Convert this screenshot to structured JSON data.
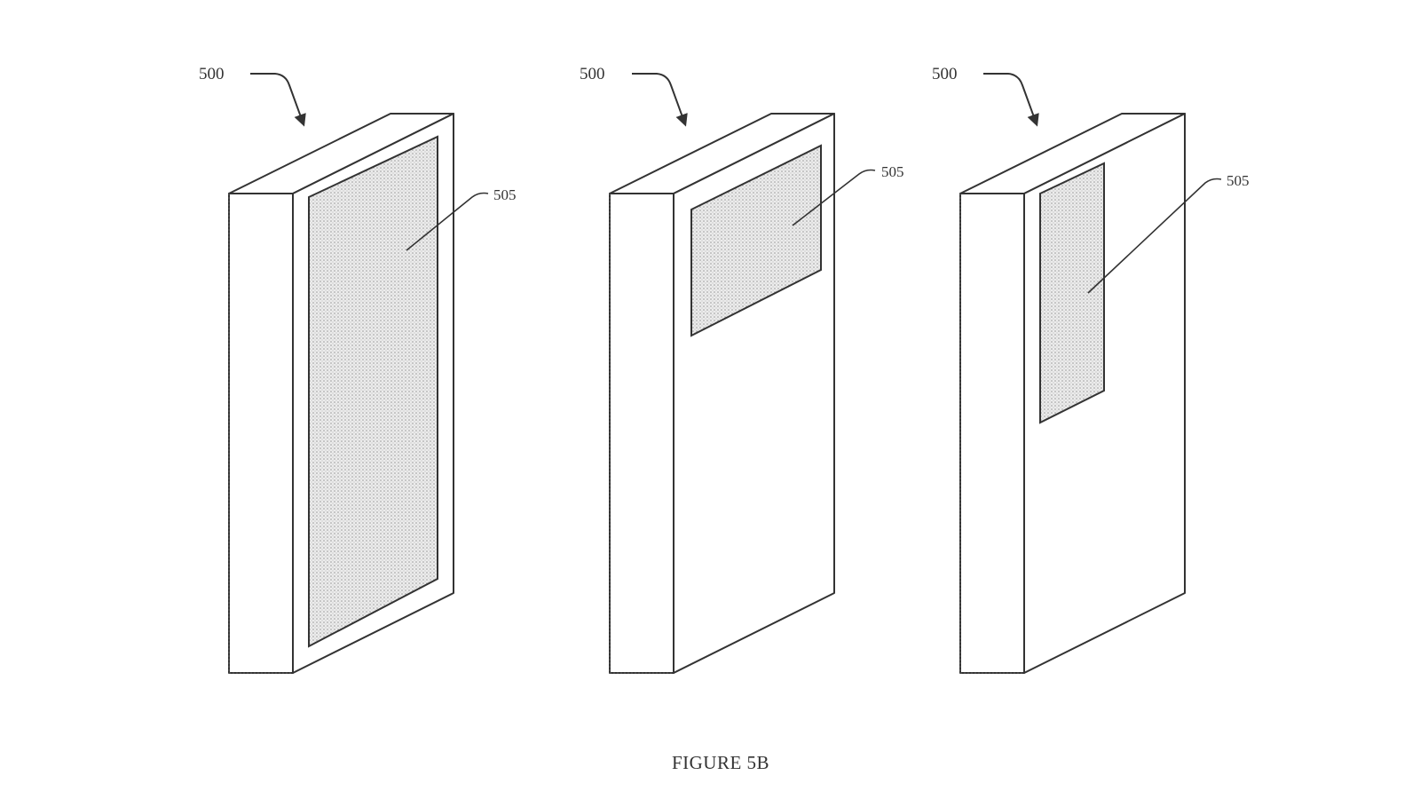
{
  "figure": {
    "caption": "FIGURE 5B",
    "devices": [
      {
        "ref_label": "500",
        "display_label": "505",
        "display_variant": "full-front"
      },
      {
        "ref_label": "500",
        "display_label": "505",
        "display_variant": "upper-partial"
      },
      {
        "ref_label": "500",
        "display_label": "505",
        "display_variant": "upper-left-narrow"
      }
    ]
  }
}
